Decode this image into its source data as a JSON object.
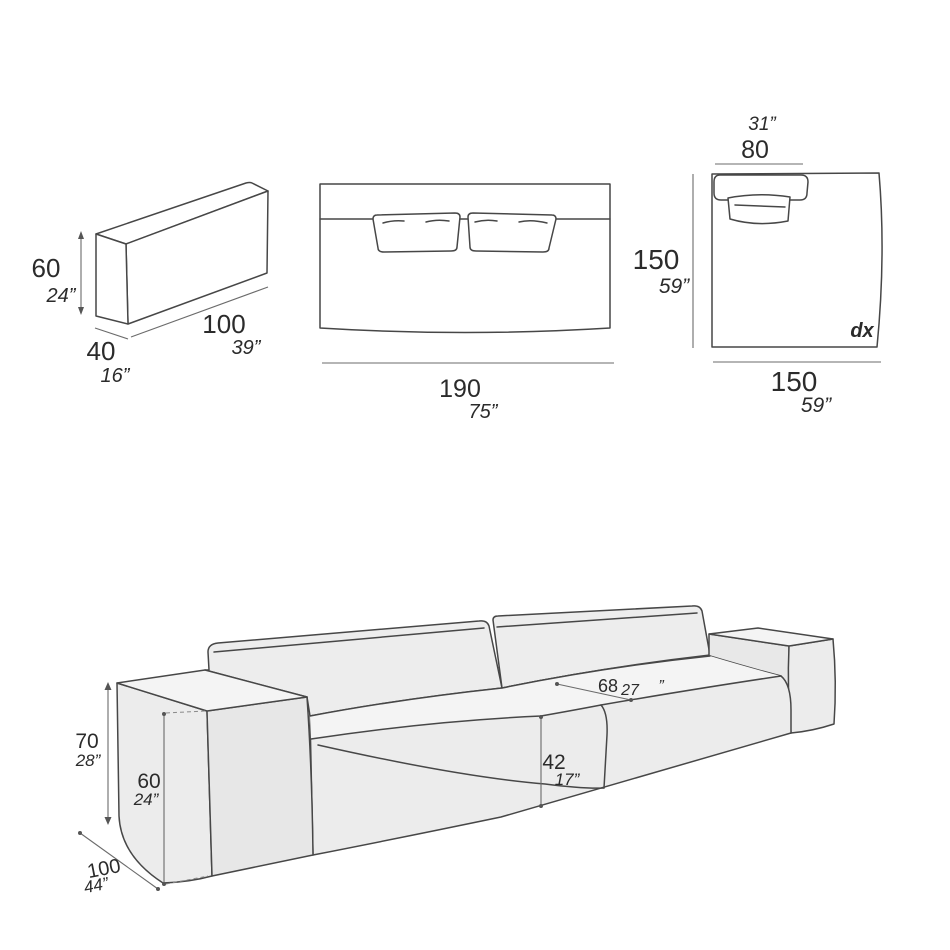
{
  "page": {
    "description": "Modular sofa dimensional drawing sheet",
    "background": "#ffffff",
    "line_color": "#474747",
    "dim_line_color": "#6b6b6b",
    "sofa_fill": "#ececec",
    "sofa_top_fill": "#f4f4f4"
  },
  "block_diagram": {
    "height_cm": "60",
    "height_in": "24”",
    "depth_cm": "40",
    "depth_in": "16”",
    "width_cm": "100",
    "width_in": "39”"
  },
  "front_view": {
    "width_cm": "190",
    "width_in": "75”"
  },
  "top_view": {
    "back_width_in": "31”",
    "back_width_cm": "80",
    "depth_cm": "150",
    "depth_in": "59”",
    "width_cm": "150",
    "width_in": "59”",
    "orientation_label": "dx"
  },
  "perspective_view": {
    "total_height_cm": "70",
    "total_height_in": "28”",
    "arm_height_cm": "60",
    "arm_height_in": "24”",
    "total_depth_cm": "100",
    "total_depth_in": "44”",
    "seat_height_cm": "42",
    "seat_height_in": "17”",
    "seat_depth_cm": "68",
    "seat_depth_in": "27",
    "inch_mark": "”"
  }
}
